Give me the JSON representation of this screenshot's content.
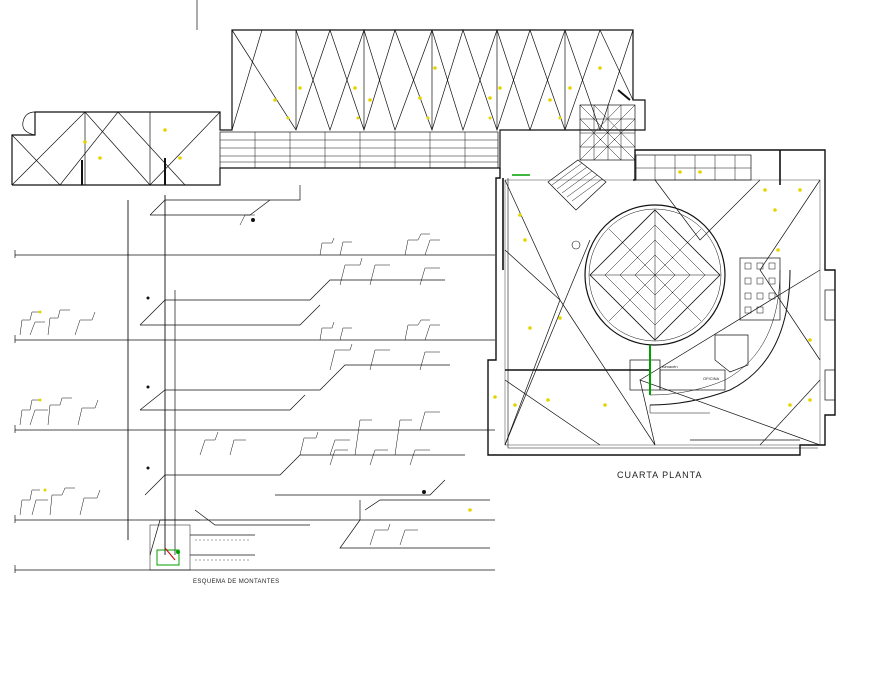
{
  "drawing": {
    "floor_plan_title": "CUARTA PLANTA",
    "riser_diagram_title": "ESQUEMA DE MONTANTES",
    "room_labels": [
      "Almacén",
      "OFICINA"
    ],
    "line_color": "#111111",
    "accent_yellow": "#e6d400",
    "accent_green": "#00a000",
    "accent_red": "#d00000"
  }
}
